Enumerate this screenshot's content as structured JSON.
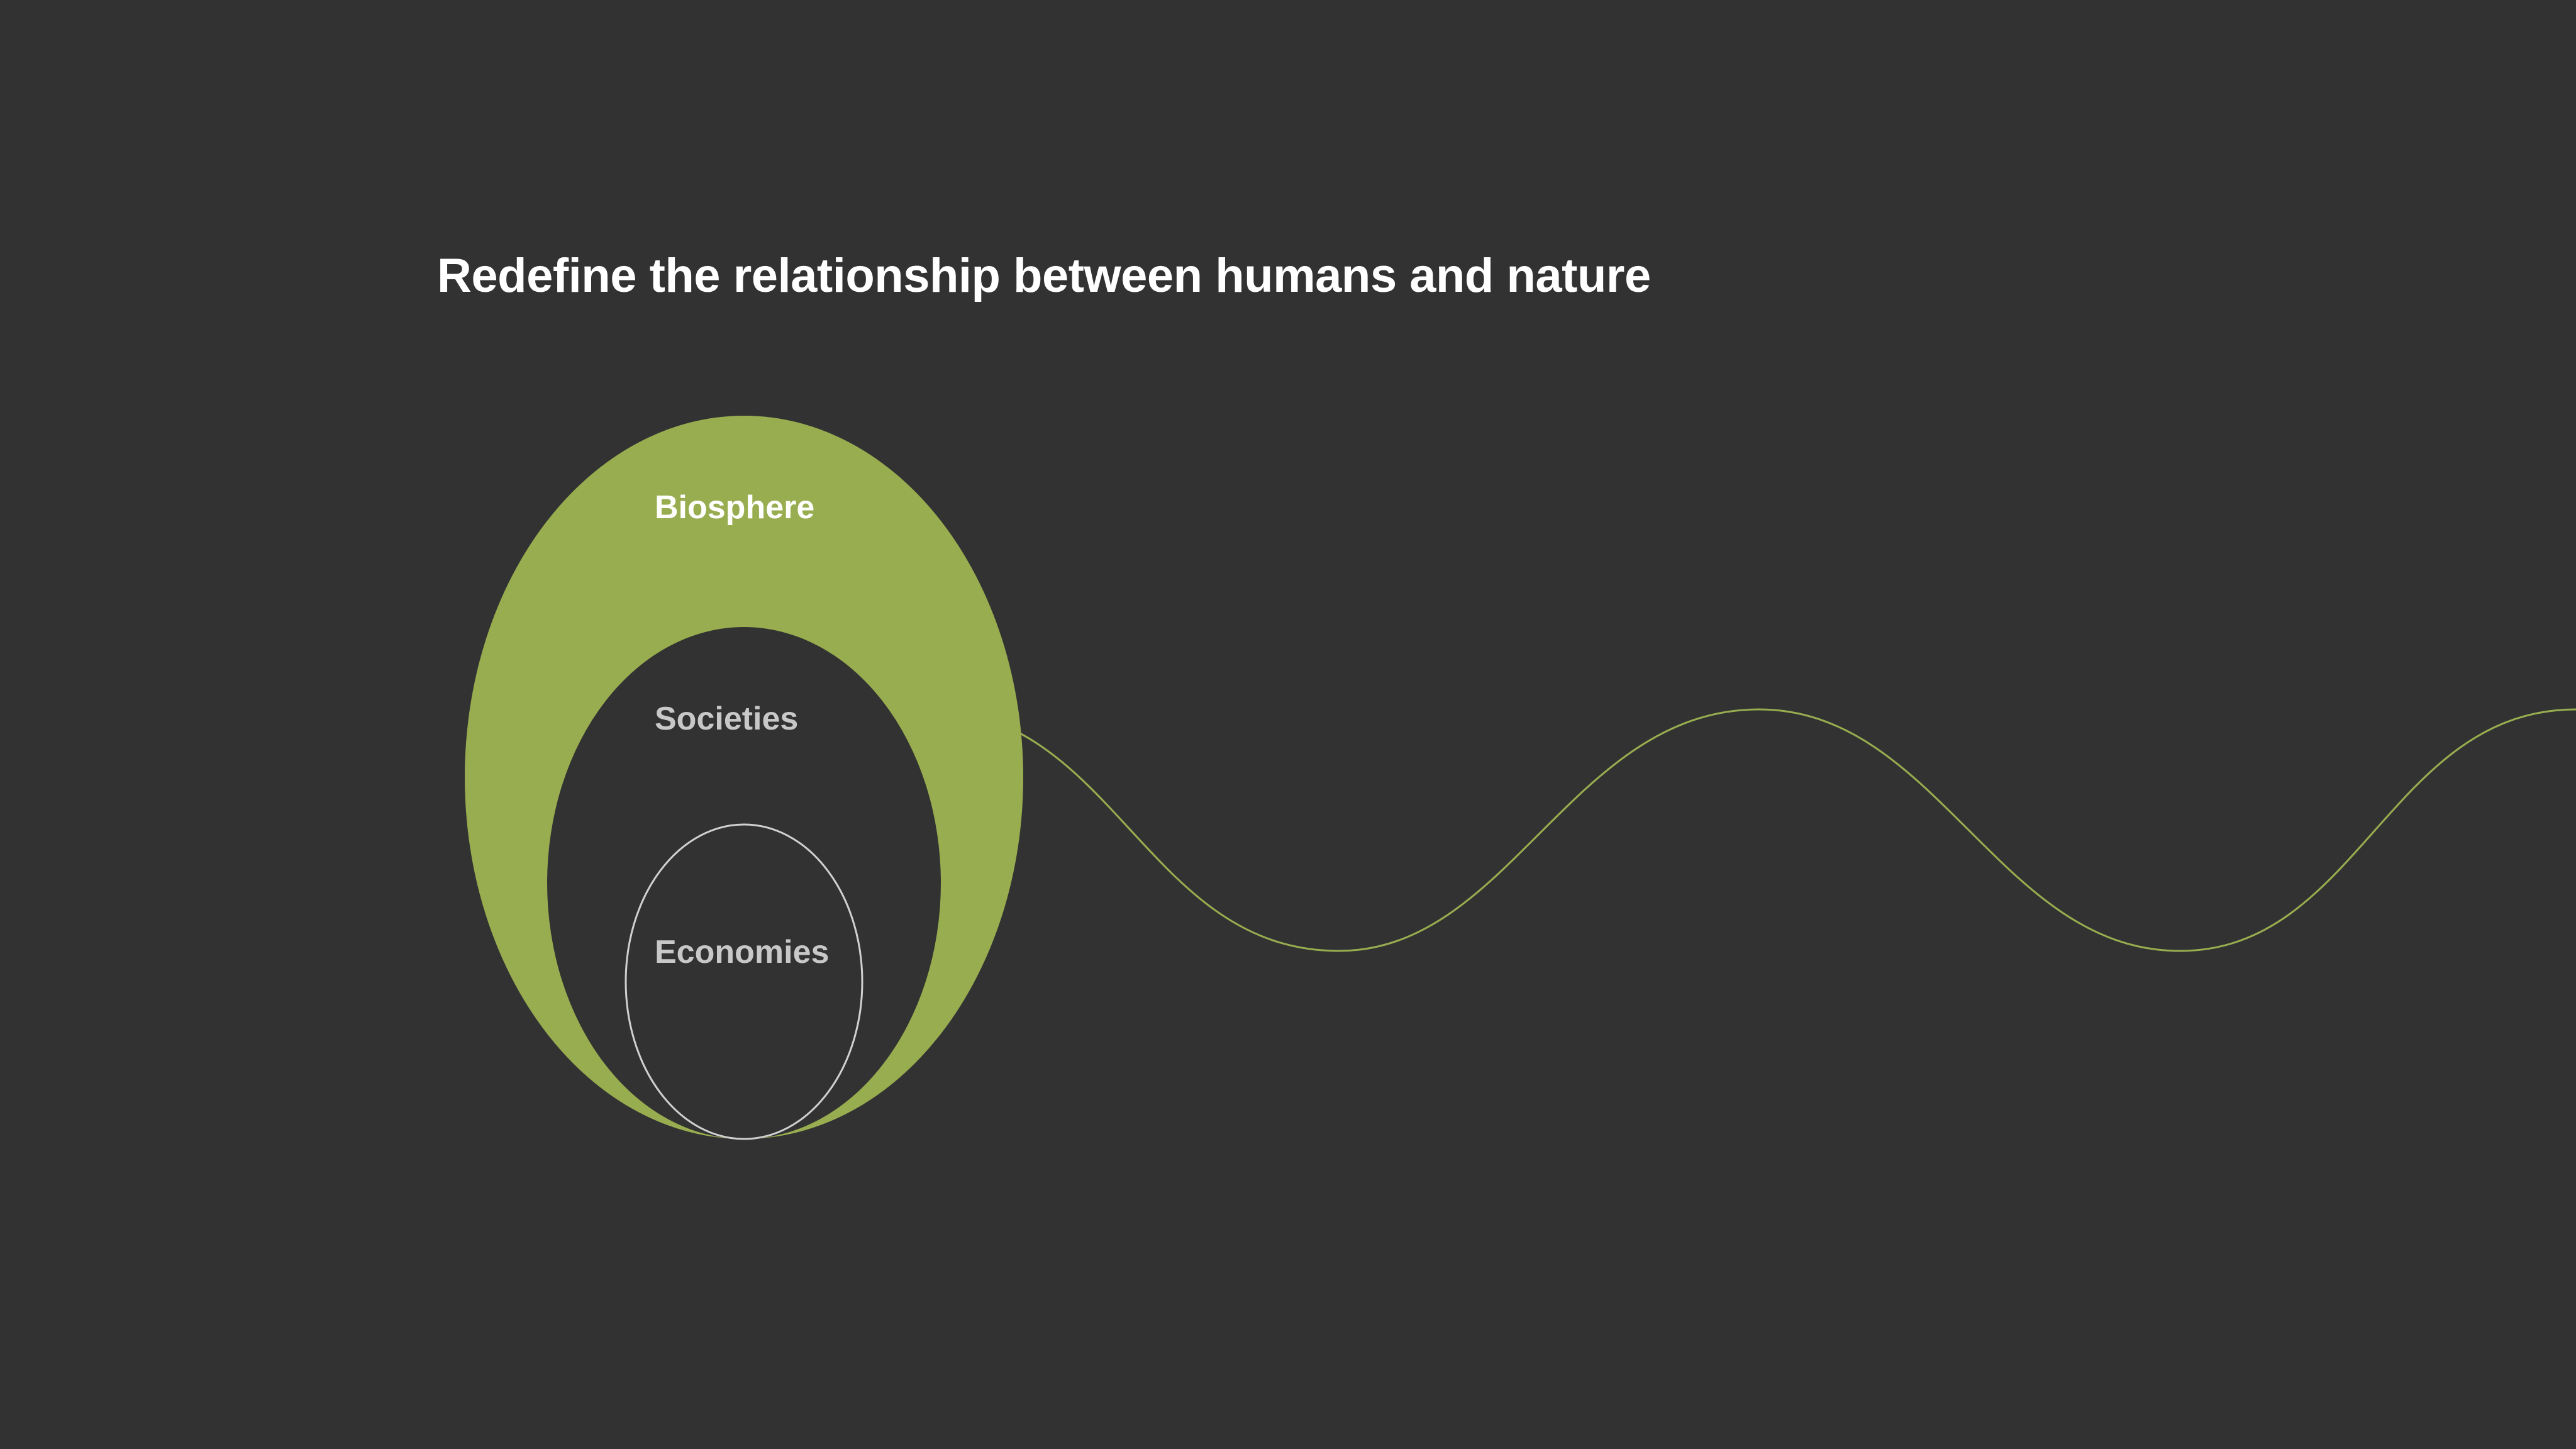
{
  "title": "Redefine the relationship between humans and nature",
  "diagram": {
    "layers": [
      {
        "label": "Biosphere",
        "color": "#98ad4f",
        "text_color": "#ffffff"
      },
      {
        "label": "Societies",
        "color": "#323232",
        "text_color": "#c8c8c8"
      },
      {
        "label": "Economies",
        "color": "#323232",
        "text_color": "#c8c8c8",
        "stroke": "#d0d0d0"
      }
    ],
    "wave_color": "#98ad4f"
  },
  "background": "#323232"
}
